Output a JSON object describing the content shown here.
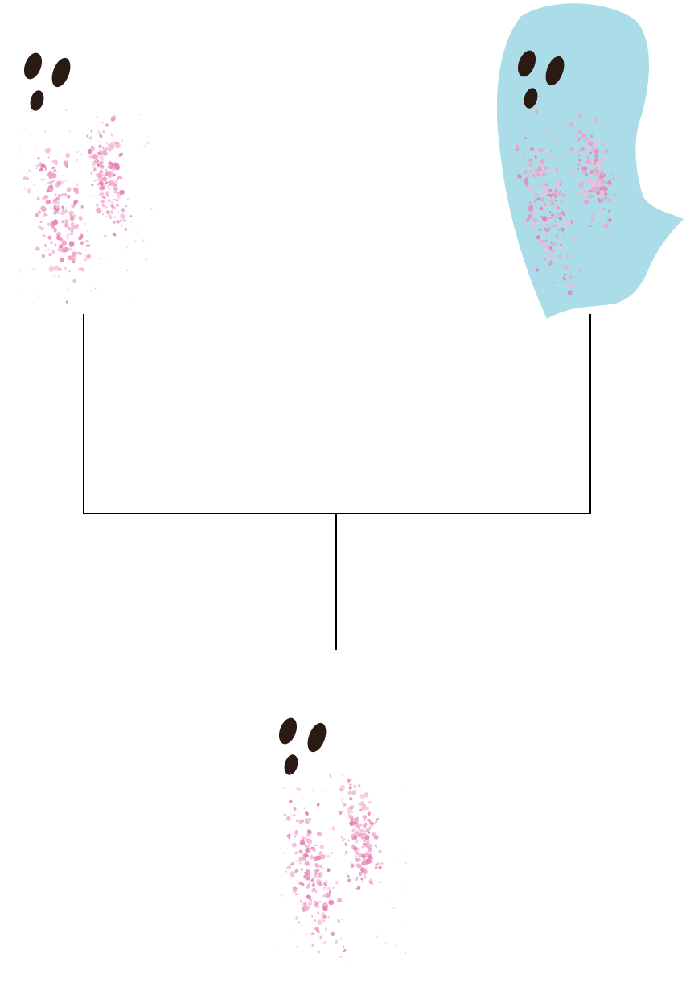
{
  "figures": [
    {
      "id": "parent-left",
      "role": "parent",
      "has_fill": false,
      "icon": "ghost-icon"
    },
    {
      "id": "parent-right",
      "role": "parent",
      "has_fill": true,
      "icon": "ghost-icon"
    },
    {
      "id": "offspring",
      "role": "child",
      "has_fill": false,
      "icon": "ghost-icon"
    }
  ],
  "colors": {
    "background": "#ffffff",
    "body_fill": "#abdde9",
    "eyes": "#2b1a14",
    "speckle_light": "#f5bcd6",
    "speckle_mid": "#eea2c7",
    "speckle_dark": "#e583b6",
    "connector": "#000000"
  }
}
